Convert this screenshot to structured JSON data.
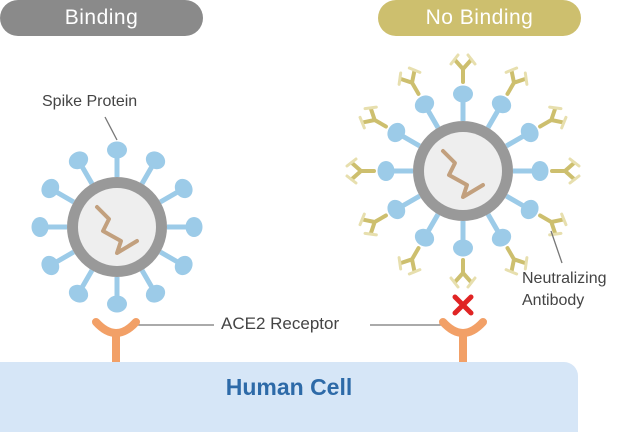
{
  "header": {
    "binding": "Binding",
    "no_binding": "No Binding"
  },
  "labels": {
    "spike_protein": "Spike Protein",
    "ace2_receptor": "ACE2 Receptor",
    "neutralizing_line1": "Neutralizing",
    "neutralizing_line2": "Antibody",
    "human_cell": "Human Cell"
  },
  "colors": {
    "virus_shell": "#999999",
    "virus_core": "#eeeeee",
    "spike": "#9ccbe8",
    "rna": "#c2a07e",
    "antibody": "#cdbf6e",
    "receptor": "#f2a067",
    "cross": "#e02424",
    "cell": "#d6e6f7",
    "cell_text": "#2d6aa8"
  },
  "icons": {
    "blocked": "cross-mark-icon"
  }
}
